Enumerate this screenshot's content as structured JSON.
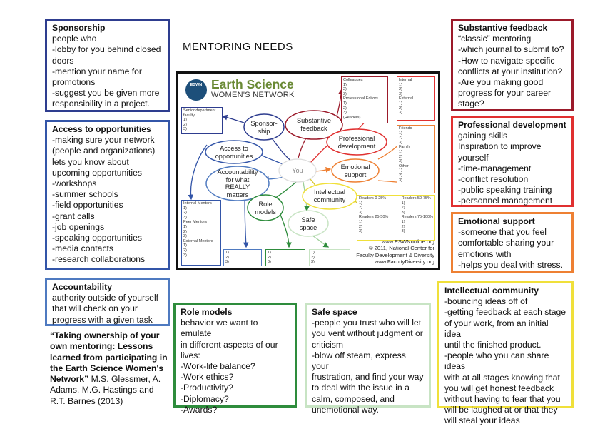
{
  "title": "MENTORING NEEDS",
  "colors": {
    "sponsorship": "#2e3d8f",
    "access": "#3355a8",
    "accountability": "#4f7ac0",
    "substantive": "#9b1a2a",
    "professional": "#e03030",
    "emotional": "#ee8033",
    "intellectual": "#f0e03a",
    "role": "#2e8c3c",
    "safe": "#c8e4c4"
  },
  "boxes": {
    "sponsorship": {
      "title": "Sponsorship",
      "lines": [
        "people who",
        "-lobby for you behind closed",
        "doors",
        "-mention your name for",
        "promotions",
        "-suggest you be given more",
        "responsibility in a project."
      ]
    },
    "access": {
      "title": "Access to opportunities",
      "lines": [
        "-making sure your network",
        "(people and organizations)",
        "lets you know about",
        "upcoming opportunities",
        "-workshops",
        "-summer schools",
        "-field opportunities",
        "-grant calls",
        "-job openings",
        "-speaking opportunities",
        "-media contacts",
        "-research collaborations"
      ]
    },
    "accountability": {
      "title": "Accountability",
      "lines": [
        "authority outside of yourself",
        "that will check on your",
        "progress with a given task"
      ]
    },
    "substantive": {
      "title": "Substantive feedback",
      "lines": [
        "“classic” mentoring",
        "-which journal to submit to?",
        "-How to navigate specific",
        "conflicts at your institution?",
        "-Are you making good",
        "progress for your career",
        "stage?"
      ]
    },
    "professional": {
      "title": "Professional development",
      "lines": [
        "gaining skills",
        "Inspiration to improve",
        "yourself",
        "-time-management",
        "-conflict resolution",
        "-public speaking training",
        "-personnel management"
      ]
    },
    "emotional": {
      "title": "Emotional support",
      "lines": [
        "-someone that you feel",
        "comfortable sharing your",
        "emotions with",
        "-helps you deal with stress."
      ]
    },
    "intellectual": {
      "title": "Intellectual community",
      "lines": [
        "-bouncing ideas off of",
        "-getting feedback at each stage",
        "of your work, from an initial idea",
        "until the finished product.",
        "-people who you can share ideas",
        "with at all stages knowing that",
        "you will get honest feedback",
        "without having to fear that you",
        "will be laughed at or that they",
        "will steal your ideas"
      ]
    },
    "role": {
      "title": "Role models",
      "lines": [
        "behavior we want to emulate",
        "in different aspects of our",
        "lives:",
        "-Work-life balance?",
        "-Work ethics?",
        "-Productivity?",
        "-Diplomacy?",
        "-Awards?"
      ]
    },
    "safe": {
      "title": "Safe space",
      "lines": [
        "-people you trust who will let",
        "you vent without judgment or",
        "criticism",
        "-blow off steam, express your",
        "frustration, and find your way",
        "to deal with the issue in a",
        "calm, composed, and",
        "unemotional way."
      ]
    }
  },
  "quote": {
    "bold": "“Taking ownership of your own mentoring: Lessons learned from participating in the Earth Science Women's Network”",
    "rest": " M.S. Glessmer, A. Adams, M.G. Hastings and R.T. Barnes (2013)"
  },
  "figure": {
    "logo_text": "ESWN",
    "brand_title": "Earth Science",
    "brand_subtitle": "WOMEN'S NETWORK",
    "nodes": {
      "sponsorship": "Sponsor-\nship",
      "substantive": "Substantive\nfeedback",
      "professional": "Professional\ndevelopment",
      "access": "Access to\nopportunities",
      "you": "You",
      "emotional": "Emotional\nsupport",
      "accountability": "Accountability\nfor what\nREALLY\nmatters",
      "intellectual": "Intellectual\ncommunity",
      "role": "Role\nmodels",
      "safe": "Safe\nspace"
    },
    "list_labels": {
      "senior": "Senior department\nfaculty",
      "colleagues": "Colleagues",
      "prof_editors": "Professional Editors",
      "readers": "(Readers)",
      "internal": "Internal",
      "external": "External",
      "friends": "Friends",
      "family": "Family",
      "other": "Other",
      "readers_0_25": "Readers 0-25%",
      "readers_50_75": "Readers 50-75%",
      "readers_25_50": "Readers 25-50%",
      "readers_75_100": "Readers 75-100%",
      "internal_mentors": "Internal Mentors",
      "peer_mentors": "Peer Mentors",
      "external_mentors": "External Mentors",
      "blank1": "1)",
      "blank2": "2)",
      "blank3": "3)"
    },
    "credit": [
      "www.ESWNonline.org",
      "© 2011, National Center for",
      "Faculty Development & Diversity",
      "www.FacultyDiversity.org"
    ]
  }
}
